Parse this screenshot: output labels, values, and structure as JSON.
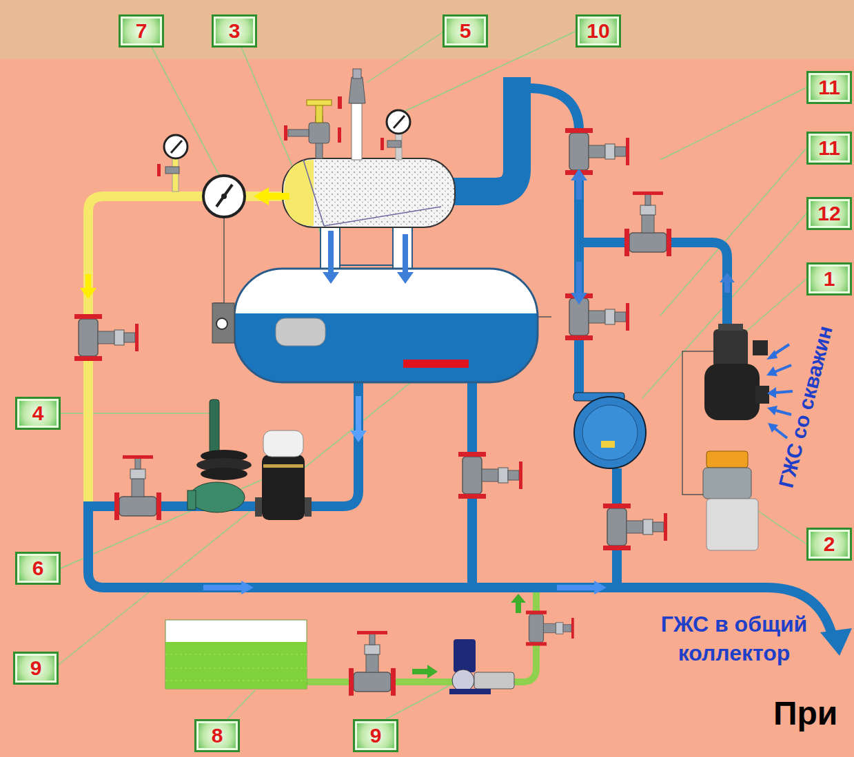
{
  "diagram": {
    "labels": [
      "7",
      "3",
      "5",
      "10",
      "11",
      "11",
      "12",
      "1",
      "ГЖС со скважин",
      "4",
      "2",
      "6",
      "9",
      "ГЖС в общий коллектор",
      "При",
      "8",
      "9"
    ]
  }
}
